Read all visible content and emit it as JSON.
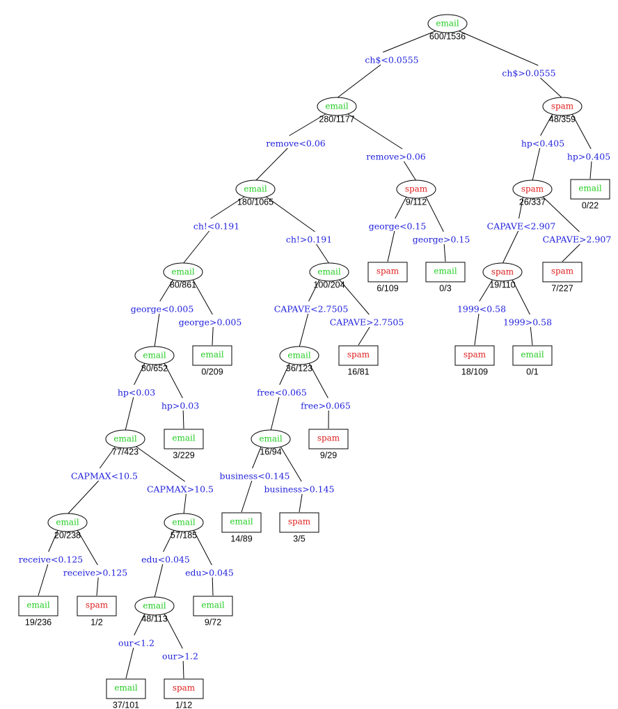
{
  "colors": {
    "email": "#22cc22",
    "spam": "#e02020",
    "split": "#2222dd",
    "line": "#000000"
  },
  "nodes": [
    {
      "id": 0,
      "label": "email",
      "count": "600/1536",
      "leaf": false
    },
    {
      "id": 1,
      "label": "email",
      "count": "280/1177",
      "leaf": false
    },
    {
      "id": 2,
      "label": "spam",
      "count": "48/359",
      "leaf": false
    },
    {
      "id": 3,
      "label": "email",
      "count": "180/1065",
      "leaf": false
    },
    {
      "id": 4,
      "label": "spam",
      "count": "9/112",
      "leaf": false
    },
    {
      "id": 5,
      "label": "spam",
      "count": "26/337",
      "leaf": false
    },
    {
      "id": 6,
      "label": "email",
      "count": "0/22",
      "leaf": true
    },
    {
      "id": 7,
      "label": "email",
      "count": "80/861",
      "leaf": false
    },
    {
      "id": 8,
      "label": "email",
      "count": "100/204",
      "leaf": false
    },
    {
      "id": 9,
      "label": "spam",
      "count": "6/109",
      "leaf": true
    },
    {
      "id": 10,
      "label": "email",
      "count": "0/3",
      "leaf": true
    },
    {
      "id": 11,
      "label": "spam",
      "count": "19/110",
      "leaf": false
    },
    {
      "id": 12,
      "label": "spam",
      "count": "7/227",
      "leaf": true
    },
    {
      "id": 13,
      "label": "email",
      "count": "80/652",
      "leaf": false
    },
    {
      "id": 14,
      "label": "email",
      "count": "0/209",
      "leaf": true
    },
    {
      "id": 15,
      "label": "email",
      "count": "36/123",
      "leaf": false
    },
    {
      "id": 16,
      "label": "spam",
      "count": "16/81",
      "leaf": true
    },
    {
      "id": 17,
      "label": "spam",
      "count": "18/109",
      "leaf": true
    },
    {
      "id": 18,
      "label": "email",
      "count": "0/1",
      "leaf": true
    },
    {
      "id": 19,
      "label": "email",
      "count": "77/423",
      "leaf": false
    },
    {
      "id": 20,
      "label": "email",
      "count": "3/229",
      "leaf": true
    },
    {
      "id": 21,
      "label": "email",
      "count": "16/94",
      "leaf": false
    },
    {
      "id": 22,
      "label": "spam",
      "count": "9/29",
      "leaf": true
    },
    {
      "id": 23,
      "label": "email",
      "count": "20/238",
      "leaf": false
    },
    {
      "id": 24,
      "label": "email",
      "count": "57/185",
      "leaf": false
    },
    {
      "id": 25,
      "label": "email",
      "count": "14/89",
      "leaf": true
    },
    {
      "id": 26,
      "label": "spam",
      "count": "3/5",
      "leaf": true
    },
    {
      "id": 27,
      "label": "email",
      "count": "19/236",
      "leaf": true
    },
    {
      "id": 28,
      "label": "spam",
      "count": "1/2",
      "leaf": true
    },
    {
      "id": 29,
      "label": "email",
      "count": "48/113",
      "leaf": false
    },
    {
      "id": 30,
      "label": "email",
      "count": "9/72",
      "leaf": true
    },
    {
      "id": 31,
      "label": "email",
      "count": "37/101",
      "leaf": true
    },
    {
      "id": 32,
      "label": "spam",
      "count": "1/12",
      "leaf": true
    }
  ],
  "edges": [
    {
      "from": 0,
      "to": 1,
      "label": "ch$<0.0555"
    },
    {
      "from": 0,
      "to": 2,
      "label": "ch$>0.0555"
    },
    {
      "from": 1,
      "to": 3,
      "label": "remove<0.06"
    },
    {
      "from": 1,
      "to": 4,
      "label": "remove>0.06"
    },
    {
      "from": 2,
      "to": 5,
      "label": "hp<0.405"
    },
    {
      "from": 2,
      "to": 6,
      "label": "hp>0.405"
    },
    {
      "from": 3,
      "to": 7,
      "label": "ch!<0.191"
    },
    {
      "from": 3,
      "to": 8,
      "label": "ch!>0.191"
    },
    {
      "from": 4,
      "to": 9,
      "label": "george<0.15"
    },
    {
      "from": 4,
      "to": 10,
      "label": "george>0.15"
    },
    {
      "from": 5,
      "to": 11,
      "label": "CAPAVE<2.907"
    },
    {
      "from": 5,
      "to": 12,
      "label": "CAPAVE>2.907"
    },
    {
      "from": 7,
      "to": 13,
      "label": "george<0.005"
    },
    {
      "from": 7,
      "to": 14,
      "label": "george>0.005"
    },
    {
      "from": 8,
      "to": 15,
      "label": "CAPAVE<2.7505"
    },
    {
      "from": 8,
      "to": 16,
      "label": "CAPAVE>2.7505"
    },
    {
      "from": 11,
      "to": 17,
      "label": "1999<0.58"
    },
    {
      "from": 11,
      "to": 18,
      "label": "1999>0.58"
    },
    {
      "from": 13,
      "to": 19,
      "label": "hp<0.03"
    },
    {
      "from": 13,
      "to": 20,
      "label": "hp>0.03"
    },
    {
      "from": 15,
      "to": 21,
      "label": "free<0.065"
    },
    {
      "from": 15,
      "to": 22,
      "label": "free>0.065"
    },
    {
      "from": 19,
      "to": 23,
      "label": "CAPMAX<10.5"
    },
    {
      "from": 19,
      "to": 24,
      "label": "CAPMAX>10.5"
    },
    {
      "from": 21,
      "to": 25,
      "label": "business<0.145"
    },
    {
      "from": 21,
      "to": 26,
      "label": "business>0.145"
    },
    {
      "from": 23,
      "to": 27,
      "label": "receive<0.125"
    },
    {
      "from": 23,
      "to": 28,
      "label": "receive>0.125"
    },
    {
      "from": 24,
      "to": 29,
      "label": "edu<0.045"
    },
    {
      "from": 24,
      "to": 30,
      "label": "edu>0.045"
    },
    {
      "from": 29,
      "to": 31,
      "label": "our<1.2"
    },
    {
      "from": 29,
      "to": 32,
      "label": "our>1.2"
    }
  ]
}
